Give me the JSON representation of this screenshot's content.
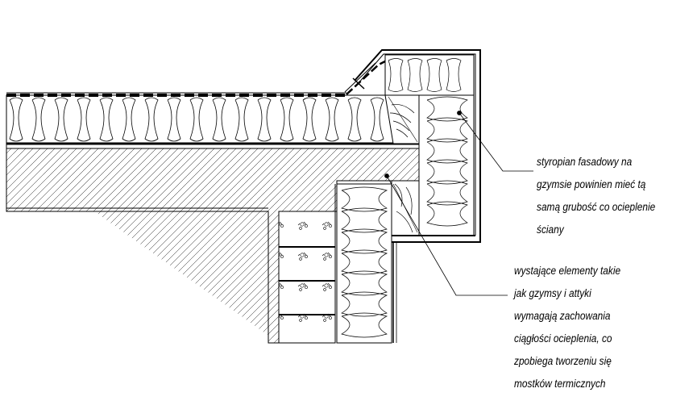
{
  "annotations": [
    {
      "id": "facade-styrofoam-note",
      "lines": [
        "styropian fasadowy na",
        "gzymsie powinien mieć tą",
        "samą grubość co ocieplenie",
        "ściany"
      ]
    },
    {
      "id": "thermal-bridge-note",
      "lines": [
        "wystające elementy takie",
        "jak gzymsy i attyki",
        "wymagają zachowania",
        "ciągłości ocieplenia, co",
        "zpobiega tworzeniu się",
        "mostków termicznych"
      ]
    }
  ],
  "colors": {
    "line": "#000000",
    "background": "#ffffff"
  }
}
